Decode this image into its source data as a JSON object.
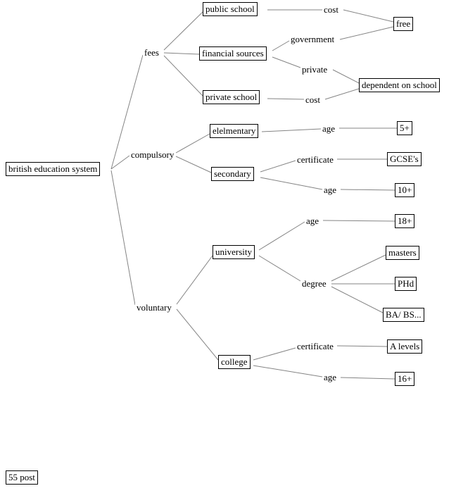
{
  "diagram": {
    "root_label": "british education system",
    "nodes": {
      "public_school": "public school",
      "financial_sources": "financial sources",
      "private_school": "private school",
      "free": "free",
      "dependent_on_school": "dependent on school",
      "elelmentary": "elelmentary",
      "secondary": "secondary",
      "five_plus": "5+",
      "gcses": "GCSE's",
      "ten_plus": "10+",
      "eighteen_plus": "18+",
      "university": "university",
      "masters": "masters",
      "phd": "PHd",
      "ba_bs": "BA/ BS...",
      "college": "college",
      "a_levels": "A levels",
      "sixteen_plus": "16+"
    },
    "branch_labels": {
      "fees": "fees",
      "compulsory": "compulsory",
      "voluntary": "voluntary",
      "cost_public": "cost",
      "government": "government",
      "private": "private",
      "cost_private": "cost",
      "age_elementary": "age",
      "certificate_secondary": "certificate",
      "age_secondary": "age",
      "age_university": "age",
      "degree": "degree",
      "certificate_college": "certificate",
      "age_college": "age"
    },
    "edge_color": "#848484"
  },
  "footer": {
    "post_count": "55 post"
  }
}
